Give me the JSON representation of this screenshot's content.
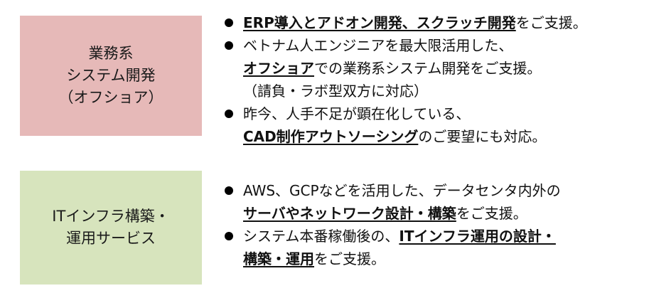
{
  "colors": {
    "section1_bg": "#e6b9b8",
    "section2_bg": "#d7e4bd"
  },
  "sections": [
    {
      "label_lines": [
        "業務系",
        "システム開発",
        "（オフショア）"
      ],
      "bullets": [
        [
          [
            {
              "t": "ERP導入とアドオン開発、スクラッチ開発",
              "b": true
            },
            {
              "t": "をご支援。",
              "b": false
            }
          ]
        ],
        [
          [
            {
              "t": "ベトナム人エンジニアを最大限活用した、",
              "b": false
            }
          ],
          [
            {
              "t": "オフショア",
              "b": true
            },
            {
              "t": "での業務系システム開発をご支援。",
              "b": false
            }
          ],
          [
            {
              "t": "（請負・ラボ型双方に対応）",
              "b": false
            }
          ]
        ],
        [
          [
            {
              "t": "昨今、人手不足が顕在化している、",
              "b": false
            }
          ],
          [
            {
              "t": "CAD制作アウトソーシング",
              "b": true
            },
            {
              "t": "のご要望にも対応。",
              "b": false
            }
          ]
        ]
      ]
    },
    {
      "label_lines": [
        "ITインフラ構築・",
        "運用サービス"
      ],
      "bullets": [
        [
          [
            {
              "t": "AWS、GCPなどを活用した、データセンタ内外の",
              "b": false
            }
          ],
          [
            {
              "t": "サーバやネットワーク設計・構築",
              "b": true
            },
            {
              "t": "をご支援。",
              "b": false
            }
          ]
        ],
        [
          [
            {
              "t": "システム本番稼働後の、",
              "b": false
            },
            {
              "t": "ITインフラ運用の設計・",
              "b": true
            }
          ],
          [
            {
              "t": "構築・運用",
              "b": true
            },
            {
              "t": "をご支援。",
              "b": false
            }
          ]
        ]
      ]
    }
  ]
}
